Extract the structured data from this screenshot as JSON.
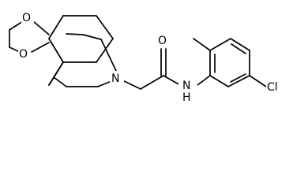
{
  "molecule": {
    "atoms": {
      "O_top": "O",
      "O_bottom": "O",
      "N_ring": "N",
      "O_carbonyl": "O",
      "NH_amide": "N",
      "H_amide": "H",
      "Cl": "Cl"
    }
  },
  "colors": {
    "ink": "#000000",
    "background": "#ffffff"
  }
}
